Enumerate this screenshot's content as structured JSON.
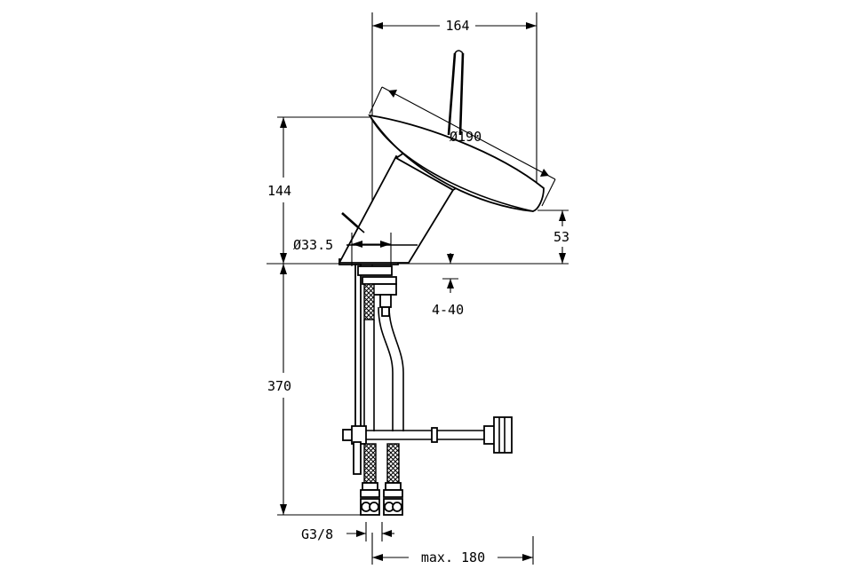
{
  "dimensions": {
    "top_width": "164",
    "disc_diameter": "Ø190",
    "upper_height": "144",
    "spout_drop": "53",
    "base_diameter": "Ø33.5",
    "deck_thickness": "4-40",
    "lower_length": "370",
    "connection_thread": "G3/8",
    "max_reach": "max. 180"
  }
}
